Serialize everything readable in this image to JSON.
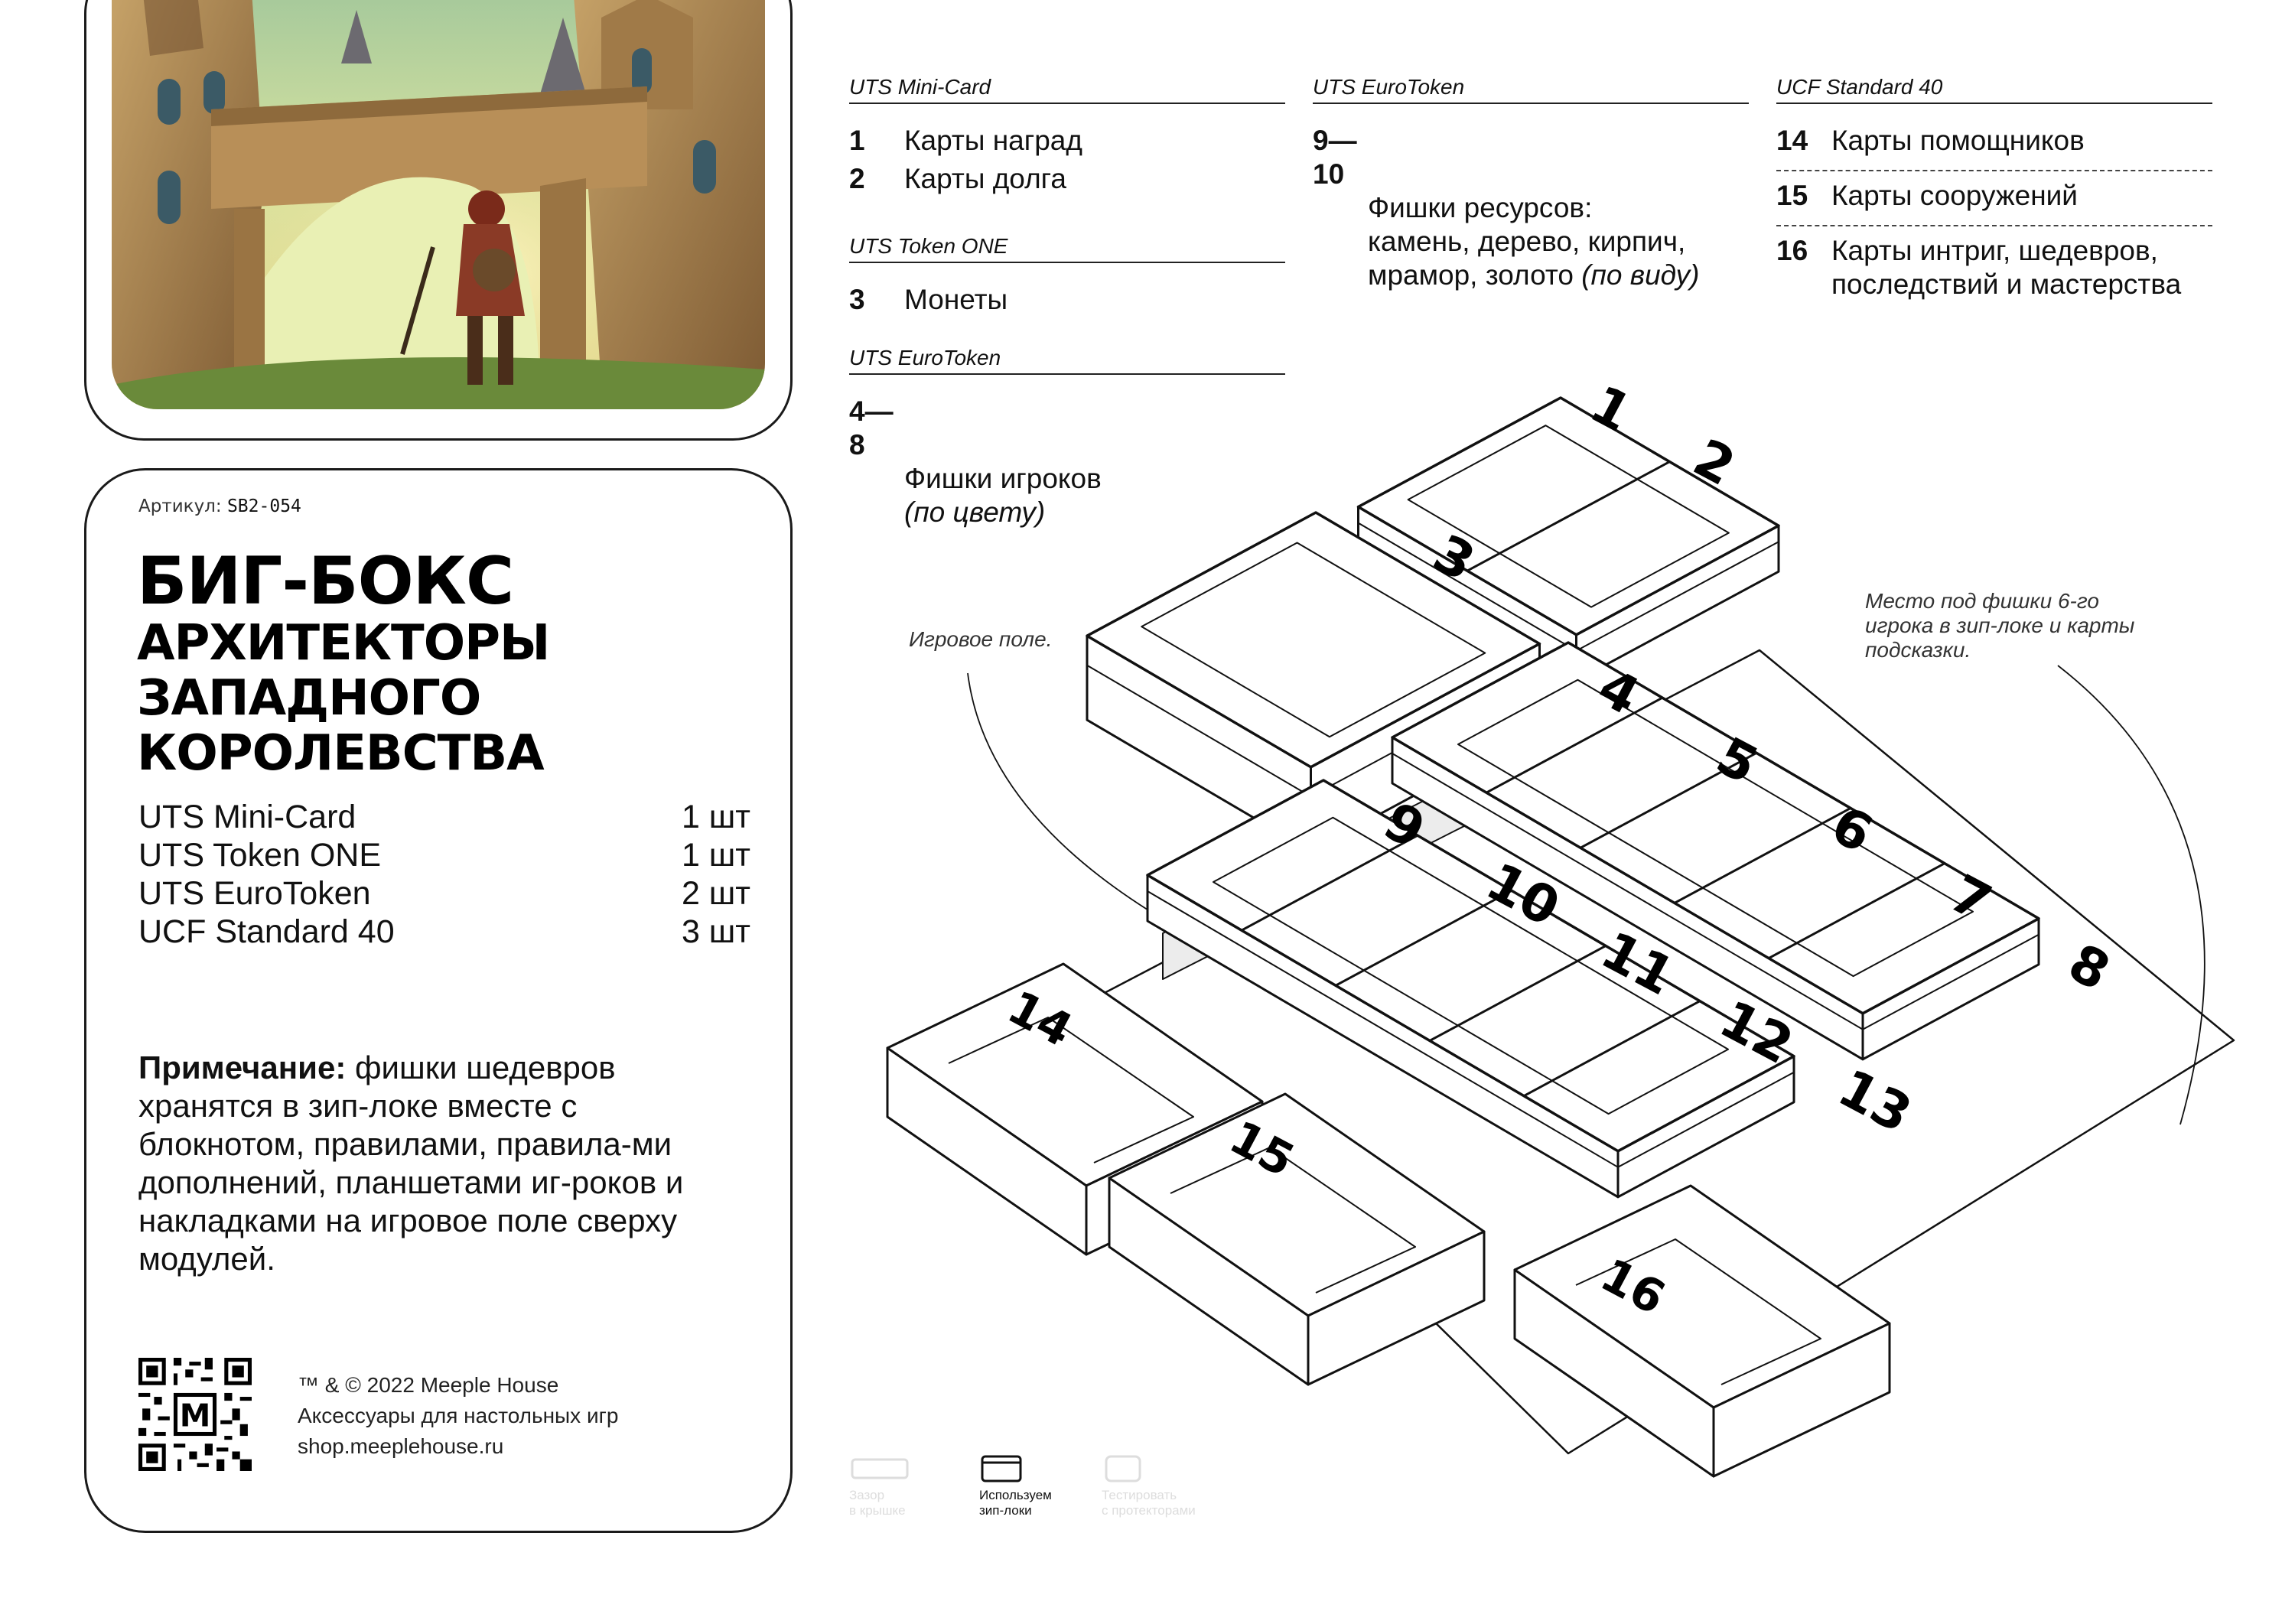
{
  "sku": {
    "label": "Артикул:",
    "code": "SB2-054"
  },
  "title": {
    "line1": "БИГ-БОКС",
    "line2": "АРХИТЕКТОРЫ",
    "line3": "ЗАПАДНОГО",
    "line4": "КОРОЛЕВСТВА"
  },
  "bom": [
    {
      "name": "UTS Mini-Card",
      "qty": "1 шт"
    },
    {
      "name": "UTS Token ONE",
      "qty": "1 шт"
    },
    {
      "name": "UTS EuroToken",
      "qty": "2 шт"
    },
    {
      "name": "UCF Standard 40",
      "qty": "3 шт"
    }
  ],
  "note": {
    "label": "Примечание:",
    "text": " фишки шедевров хранятся в зип-локе вместе с блокнотом, правилами, правила-ми дополнений, планшетами иг-роков и накладками на игровое поле сверху модулей."
  },
  "copyright": {
    "line1": "™ & © 2022 Meeple House",
    "line2": "Аксессуары для настольных игр",
    "line3": "shop.meeplehouse.ru"
  },
  "qr_center": "M",
  "legend": {
    "col1": {
      "head1": "UTS Mini-Card",
      "items1": [
        {
          "num": "1",
          "text": "Карты наград"
        },
        {
          "num": "2",
          "text": "Карты долга"
        }
      ],
      "head2": "UTS Token ONE",
      "items2": [
        {
          "num": "3",
          "text": "Монеты"
        }
      ],
      "head3": "UTS EuroToken",
      "item3_num": "4—8",
      "item3_text": "Фишки игроков",
      "item3_note": "(по цвету)"
    },
    "col2": {
      "head": "UTS EuroToken",
      "num": "9—10",
      "text1": "Фишки ресурсов:",
      "text2": "камень, дерево, кирпич,",
      "text3": "мрамор, золото",
      "note": "(по виду)"
    },
    "col3": {
      "head": "UCF Standard 40",
      "items": [
        {
          "num": "14",
          "text": "Карты помощников"
        },
        {
          "num": "15",
          "text": "Карты сооружений"
        },
        {
          "num": "16",
          "text": "Карты интриг, шедевров,",
          "text2": "последствий и мастерства"
        }
      ]
    }
  },
  "annotations": {
    "board": "Игровое поле.",
    "sixth_player1": "Место под фишки 6-го",
    "sixth_player2": "игрока в зип-локе и карты",
    "sixth_player3": "подсказки."
  },
  "trays": [
    "1",
    "2",
    "3",
    "4",
    "5",
    "6",
    "7",
    "8",
    "9",
    "10",
    "11",
    "12",
    "13",
    "14",
    "15",
    "16"
  ],
  "icons": [
    {
      "label1": "Зазор",
      "label2": "в крышке"
    },
    {
      "label1": "Используем",
      "label2": "зип-локи"
    },
    {
      "label1": "Тестировать",
      "label2": "с протекторами"
    }
  ]
}
